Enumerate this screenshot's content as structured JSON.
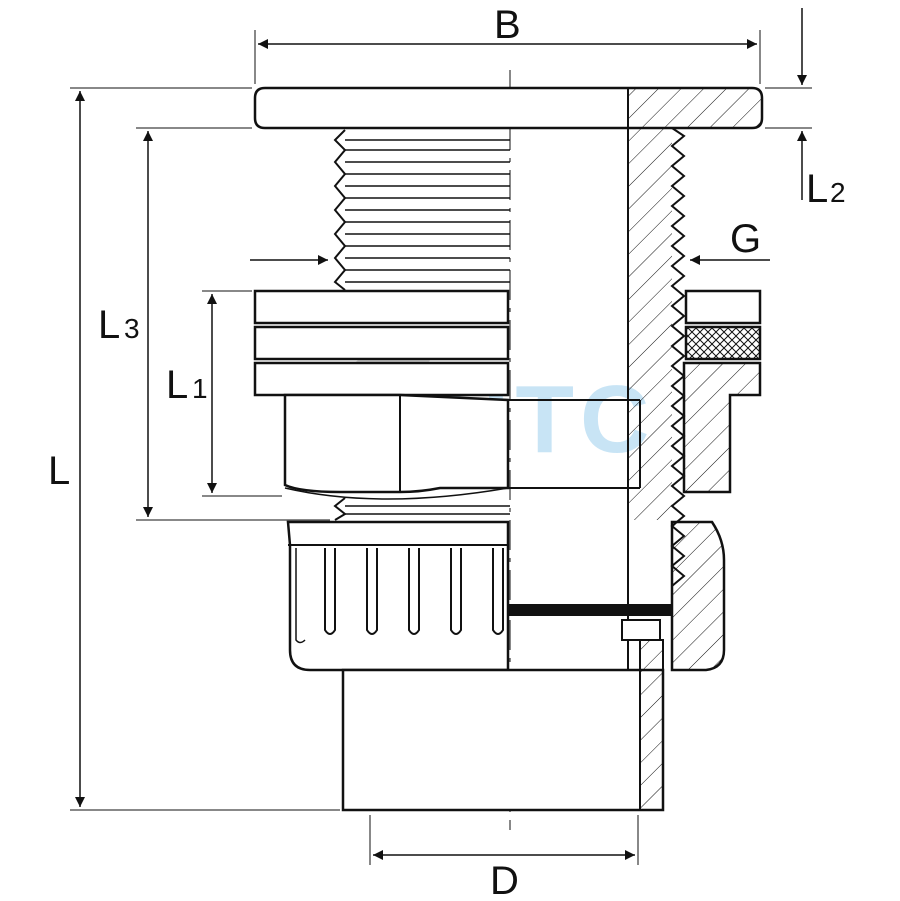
{
  "labels": {
    "B": "B",
    "L": "L",
    "L3_main": "L",
    "L3_sub": "3",
    "L1_main": "L",
    "L1_sub": "1",
    "L2_main": "L",
    "L2_sub": "2",
    "G": "G",
    "D": "D"
  },
  "watermark": {
    "text": "HTC"
  },
  "colors": {
    "line": "#111111",
    "watermark_text": "#bfe0f4",
    "watermark_logo": "#c8c8c8"
  }
}
